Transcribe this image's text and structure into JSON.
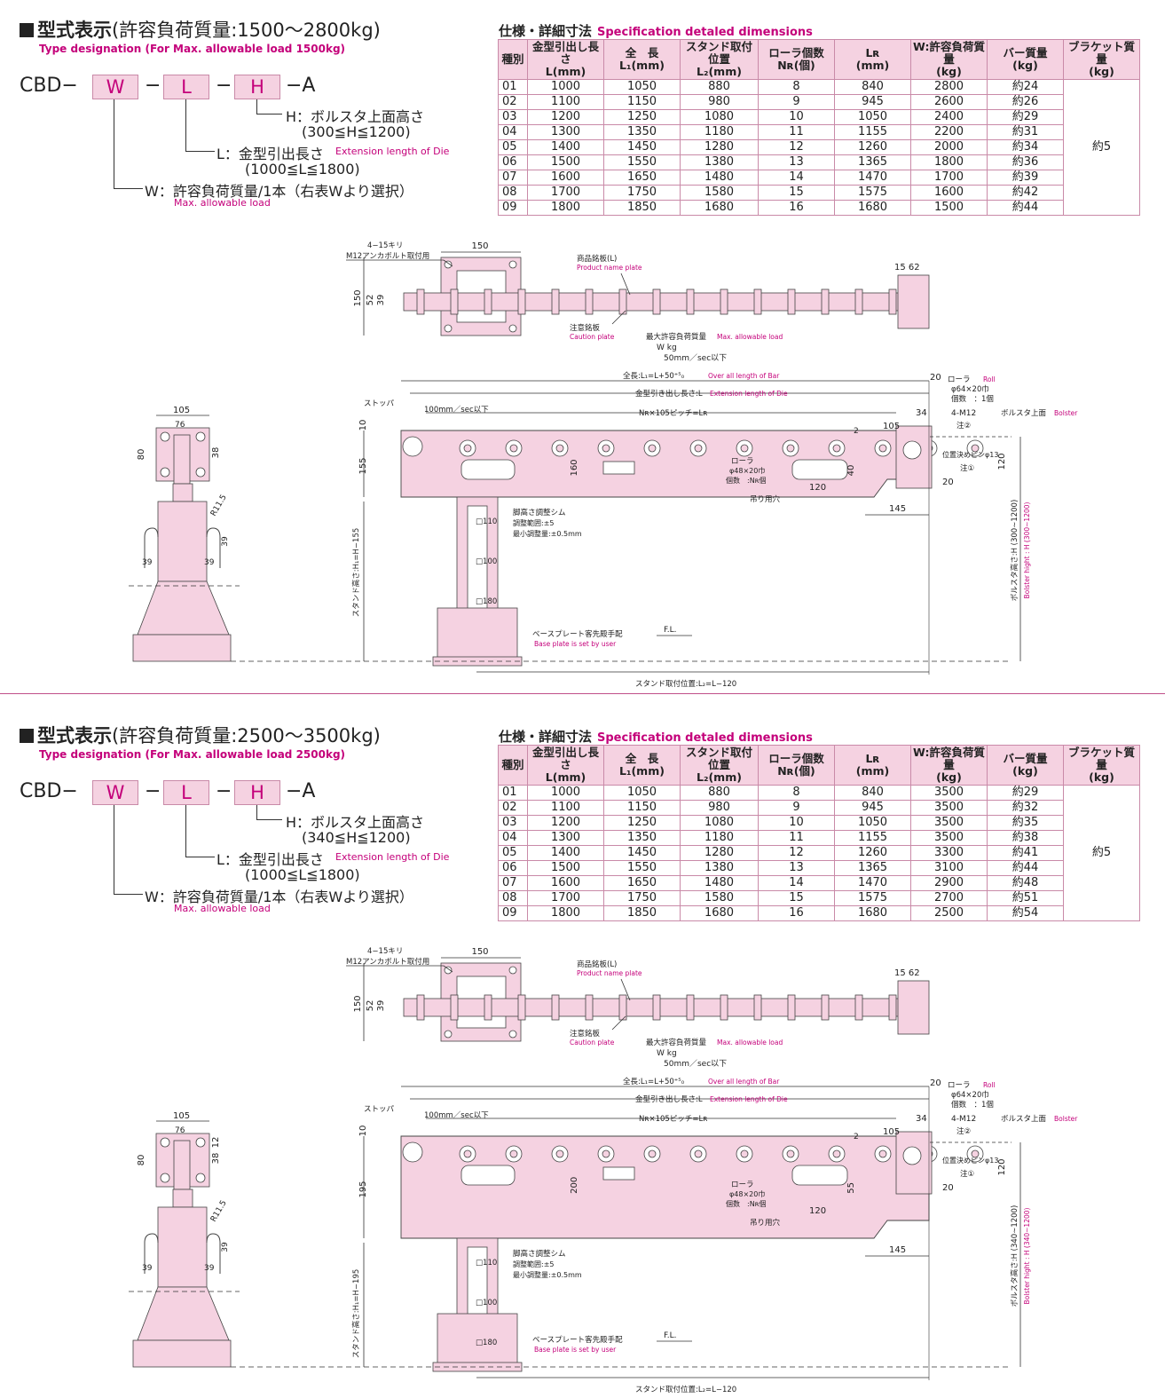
{
  "sections": [
    {
      "title_main": "型式表示",
      "title_range": "(許容負荷質量:1500～2800kg)",
      "subtitle": "Type designation (For Max. allowable load 1500kg)",
      "code": {
        "prefix": "CBD−",
        "w": "W",
        "dash1": "−",
        "l": "L",
        "dash2": "−",
        "h": "H",
        "suffix": "−A"
      },
      "h_desc": "H：ボルスタ上面高さ",
      "h_range": "(300≦H≦1200)",
      "l_desc": "L：金型引出長さ",
      "l_desc_en": "Extension length of Die",
      "l_range": "(1000≦L≦1800)",
      "w_desc": "W：許容負荷質量/1本（右表Wより選択）",
      "w_desc_en": "Max. allowable load",
      "spec_title": "仕様・詳細寸法",
      "spec_title_en": "Specification detaled dimensions",
      "headers": [
        "種別",
        "金型引出し長さ\nL(mm)",
        "全　長\nL₁(mm)",
        "スタンド取付位置\nL₂(mm)",
        "ローラ個数\nNʀ(個)",
        "Lʀ\n(mm)",
        "W:許容負荷質量\n(kg)",
        "バー質量\n(kg)",
        "ブラケット質量\n(kg)"
      ],
      "rows": [
        [
          "01",
          "1000",
          "1050",
          "880",
          "8",
          "840",
          "2800",
          "約24"
        ],
        [
          "02",
          "1100",
          "1150",
          "980",
          "9",
          "945",
          "2600",
          "約26"
        ],
        [
          "03",
          "1200",
          "1250",
          "1080",
          "10",
          "1050",
          "2400",
          "約29"
        ],
        [
          "04",
          "1300",
          "1350",
          "1180",
          "11",
          "1155",
          "2200",
          "約31"
        ],
        [
          "05",
          "1400",
          "1450",
          "1280",
          "12",
          "1260",
          "2000",
          "約34"
        ],
        [
          "06",
          "1500",
          "1550",
          "1380",
          "13",
          "1365",
          "1800",
          "約36"
        ],
        [
          "07",
          "1600",
          "1650",
          "1480",
          "14",
          "1470",
          "1700",
          "約39"
        ],
        [
          "08",
          "1700",
          "1750",
          "1580",
          "15",
          "1575",
          "1600",
          "約42"
        ],
        [
          "09",
          "1800",
          "1850",
          "1680",
          "16",
          "1680",
          "1500",
          "約44"
        ]
      ],
      "bracket_mass": "約5",
      "drawing": {
        "anchor_bolt": "4−15キリ",
        "anchor_bolt2": "M12アンカボルト取付用",
        "dim_150": "150",
        "dim_52": "52",
        "dim_39": "39",
        "dim_150v": "150",
        "product_plate": "商品銘板(L)",
        "product_plate_en": "Product name plate",
        "caution_plate": "注意銘板",
        "caution_plate_en": "Caution plate",
        "dim_15_62": "15 62",
        "max_load": "最大許容負荷質量",
        "max_load_en": "Max. allowable load",
        "w_kg": "W kg",
        "speed50": "50mm／sec以下",
        "overall": "全長:L₁=L+50⁺⁵₀",
        "overall_en": "Over all length of Bar",
        "ext": "金型引き出し長さ:L",
        "ext_en": "Extension length of Die",
        "stopper": "ストッパ",
        "speed100": "100mm／sec以下",
        "nr_pitch": "Nʀ×105ピッチ=Lʀ",
        "dim_20": "20",
        "roll": "ローラ",
        "roll_en": "Roll",
        "roll_spec": "φ64×20巾",
        "roll_count": "個数　：1個",
        "dim_34": "34",
        "m12": "4-M12",
        "note2": "注②",
        "bolster_top": "ボルスタ上面",
        "bolster_en": "Bolster",
        "dim_2": "2",
        "dim_105": "105",
        "pin": "位置決めピンφ13",
        "note1": "注①",
        "dim_20b": "20",
        "dim_120v": "120",
        "dim_10": "10",
        "dim_left": "155",
        "dim_mid": "160",
        "roller2": "ローラ",
        "roller2_spec": "φ48×20巾",
        "roller2_count": "個数　:Nʀ個",
        "dim_40": "40",
        "dim_120": "120",
        "hanger": "吊り用穴",
        "dim_145": "145",
        "shim": "脚高さ調整シム",
        "shim_range": "調整範囲:±5",
        "shim_min": "最小調整量:±0.5mm",
        "sq110": "□110",
        "sq100": "□100",
        "sq180": "□180",
        "stand_h": "スタンド高さ:H₁=H−155",
        "baseplate": "ベースプレート客先殿手配",
        "baseplate_en": "Base plate is set by user",
        "fl": "F.L.",
        "stand_pos": "スタンド取付位置:L₂=L−120",
        "bolster_h": "ボルスタ高さ:H (300∼1200)",
        "bolster_h_en": "Bolster hight : H (300∼1200)",
        "side_105": "105",
        "side_76": "76",
        "side_80": "80",
        "side_38": "38",
        "side_12": "",
        "side_r": "R11.5",
        "side_39a": "39",
        "side_39b": "39",
        "side_39c": "39"
      }
    },
    {
      "title_main": "型式表示",
      "title_range": "(許容負荷質量:2500～3500kg)",
      "subtitle": "Type designation (For Max. allowable load 2500kg)",
      "code": {
        "prefix": "CBD−",
        "w": "W",
        "dash1": "−",
        "l": "L",
        "dash2": "−",
        "h": "H",
        "suffix": "−A"
      },
      "h_desc": "H：ボルスタ上面高さ",
      "h_range": "(340≦H≦1200)",
      "l_desc": "L：金型引出長さ",
      "l_desc_en": "Extension length of Die",
      "l_range": "(1000≦L≦1800)",
      "w_desc": "W：許容負荷質量/1本（右表Wより選択）",
      "w_desc_en": "Max. allowable load",
      "spec_title": "仕様・詳細寸法",
      "spec_title_en": "Specification detaled dimensions",
      "headers": [
        "種別",
        "金型引出し長さ\nL(mm)",
        "全　長\nL₁(mm)",
        "スタンド取付位置\nL₂(mm)",
        "ローラ個数\nNʀ(個)",
        "Lʀ\n(mm)",
        "W:許容負荷質量\n(kg)",
        "バー質量\n(kg)",
        "ブラケット質量\n(kg)"
      ],
      "rows": [
        [
          "01",
          "1000",
          "1050",
          "880",
          "8",
          "840",
          "3500",
          "約29"
        ],
        [
          "02",
          "1100",
          "1150",
          "980",
          "9",
          "945",
          "3500",
          "約32"
        ],
        [
          "03",
          "1200",
          "1250",
          "1080",
          "10",
          "1050",
          "3500",
          "約35"
        ],
        [
          "04",
          "1300",
          "1350",
          "1180",
          "11",
          "1155",
          "3500",
          "約38"
        ],
        [
          "05",
          "1400",
          "1450",
          "1280",
          "12",
          "1260",
          "3300",
          "約41"
        ],
        [
          "06",
          "1500",
          "1550",
          "1380",
          "13",
          "1365",
          "3100",
          "約44"
        ],
        [
          "07",
          "1600",
          "1650",
          "1480",
          "14",
          "1470",
          "2900",
          "約48"
        ],
        [
          "08",
          "1700",
          "1750",
          "1580",
          "15",
          "1575",
          "2700",
          "約51"
        ],
        [
          "09",
          "1800",
          "1850",
          "1680",
          "16",
          "1680",
          "2500",
          "約54"
        ]
      ],
      "bracket_mass": "約5",
      "drawing": {
        "anchor_bolt": "4−15キリ",
        "anchor_bolt2": "M12アンカボルト取付用",
        "dim_150": "150",
        "dim_52": "52",
        "dim_39": "39",
        "dim_150v": "150",
        "product_plate": "商品銘板(L)",
        "product_plate_en": "Product name plate",
        "caution_plate": "注意銘板",
        "caution_plate_en": "Caution plate",
        "dim_15_62": "15 62",
        "max_load": "最大許容負荷質量",
        "max_load_en": "Max. allowable load",
        "w_kg": "W kg",
        "speed50": "50mm／sec以下",
        "overall": "全長:L₁=L+50⁺⁵₀",
        "overall_en": "Over all length of Bar",
        "ext": "金型引き出し長さ:L",
        "ext_en": "Extension length of Die",
        "stopper": "ストッパ",
        "speed100": "100mm／sec以下",
        "nr_pitch": "Nʀ×105ピッチ=Lʀ",
        "dim_20": "20",
        "roll": "ローラ",
        "roll_en": "Roll",
        "roll_spec": "φ64×20巾",
        "roll_count": "個数　：1個",
        "dim_34": "34",
        "m12": "4-M12",
        "note2": "注②",
        "bolster_top": "ボルスタ上面",
        "bolster_en": "Bolster",
        "dim_2": "2",
        "dim_105": "105",
        "pin": "位置決めピンφ13",
        "note1": "注①",
        "dim_20b": "20",
        "dim_120v": "120",
        "dim_10": "10",
        "dim_left": "195",
        "dim_mid": "200",
        "roller2": "ローラ",
        "roller2_spec": "φ48×20巾",
        "roller2_count": "個数　:Nʀ個",
        "dim_40": "55",
        "dim_120": "120",
        "hanger": "吊り用穴",
        "dim_145": "145",
        "shim": "脚高さ調整シム",
        "shim_range": "調整範囲:±5",
        "shim_min": "最小調整量:±0.5mm",
        "sq110": "□110",
        "sq100": "□100",
        "sq180": "□180",
        "stand_h": "スタンド高さ:H₁=H−195",
        "baseplate": "ベースプレート客先殿手配",
        "baseplate_en": "Base plate is set by user",
        "fl": "F.L.",
        "stand_pos": "スタンド取付位置:L₂=L−120",
        "bolster_h": "ボルスタ高さ:H (340∼1200)",
        "bolster_h_en": "Bolster hight : H (340∼1200)",
        "side_105": "105",
        "side_76": "76",
        "side_80": "80",
        "side_38": "38",
        "side_12": "12",
        "side_r": "R11.5",
        "side_39a": "39",
        "side_39b": "39",
        "side_39c": "39"
      }
    }
  ],
  "colors": {
    "accent": "#c4007a",
    "pink_fill": "#f5d2e1",
    "pink_line": "#c98aa8",
    "divider": "#c0508a"
  }
}
